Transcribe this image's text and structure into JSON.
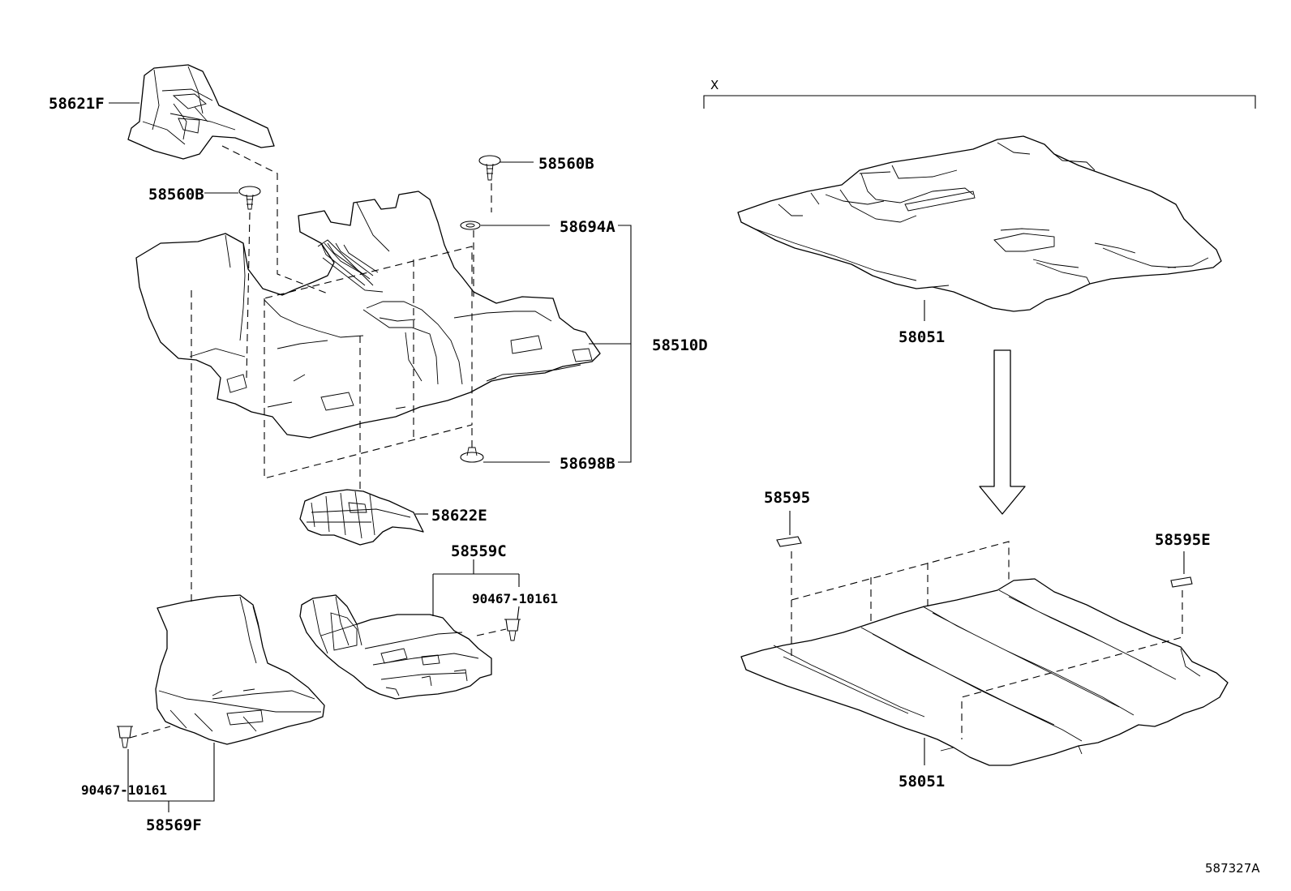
{
  "labels": {
    "p58621F": "58621F",
    "p58560B_left": "58560B",
    "p58560B_right": "58560B",
    "p58694A": "58694A",
    "p58510D": "58510D",
    "p58698B": "58698B",
    "p58622E": "58622E",
    "p58559C": "58559C",
    "p90467_right": "90467-10161",
    "p90467_left": "90467-10161",
    "p58569F": "58569F",
    "p58051_top": "58051",
    "p58051_bottom": "58051",
    "p58595": "58595",
    "p58595E": "58595E",
    "x_mark": "X",
    "ref_code": "587327A"
  }
}
